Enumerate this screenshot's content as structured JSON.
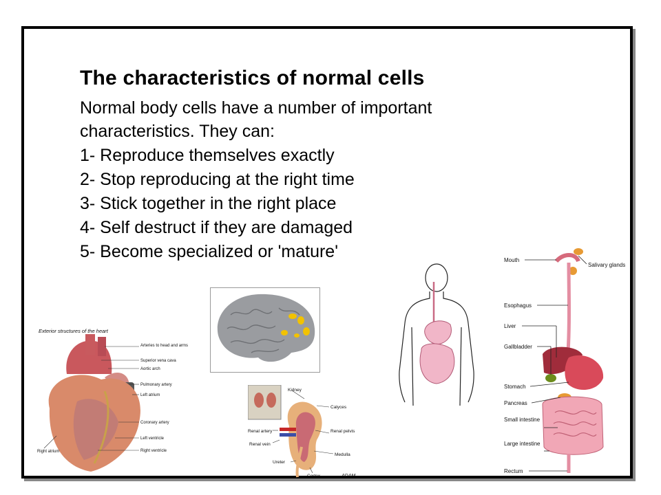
{
  "slide": {
    "title": "The characteristics of normal cells",
    "intro_line1": "Normal body cells have a number of important",
    "intro_line2": "characteristics.  They can:",
    "items": [
      "1- Reproduce themselves exactly",
      "2- Stop reproducing at the right time",
      "3- Stick together in the right place",
      "4- Self destruct if they are damaged",
      "5- Become specialized or 'mature'"
    ]
  },
  "heart": {
    "caption": "Exterior structures of the heart",
    "labels": [
      "Arteries to head and arms",
      "Superior vena cava",
      "Aortic arch",
      "Pulmonary artery",
      "Left atrium",
      "Coronary artery",
      "Left ventricle",
      "Right ventricle",
      "Right atrium"
    ]
  },
  "kidney": {
    "labels": [
      "Kidney",
      "Calyces",
      "Renal artery",
      "Renal vein",
      "Renal pelvis",
      "Medulla",
      "Ureter",
      "Cortex"
    ],
    "brand": "ADAM."
  },
  "digestive": {
    "labels": [
      "Mouth",
      "Salivary glands",
      "Esophagus",
      "Liver",
      "Gallbladder",
      "Stomach",
      "Pancreas",
      "Small intestine",
      "Large intestine",
      "Rectum"
    ]
  },
  "colors": {
    "tissue": "#d9727e",
    "organ_pink": "#e8a0b0",
    "brain_gray": "#9a9ca0",
    "highlight": "#f2c200"
  }
}
